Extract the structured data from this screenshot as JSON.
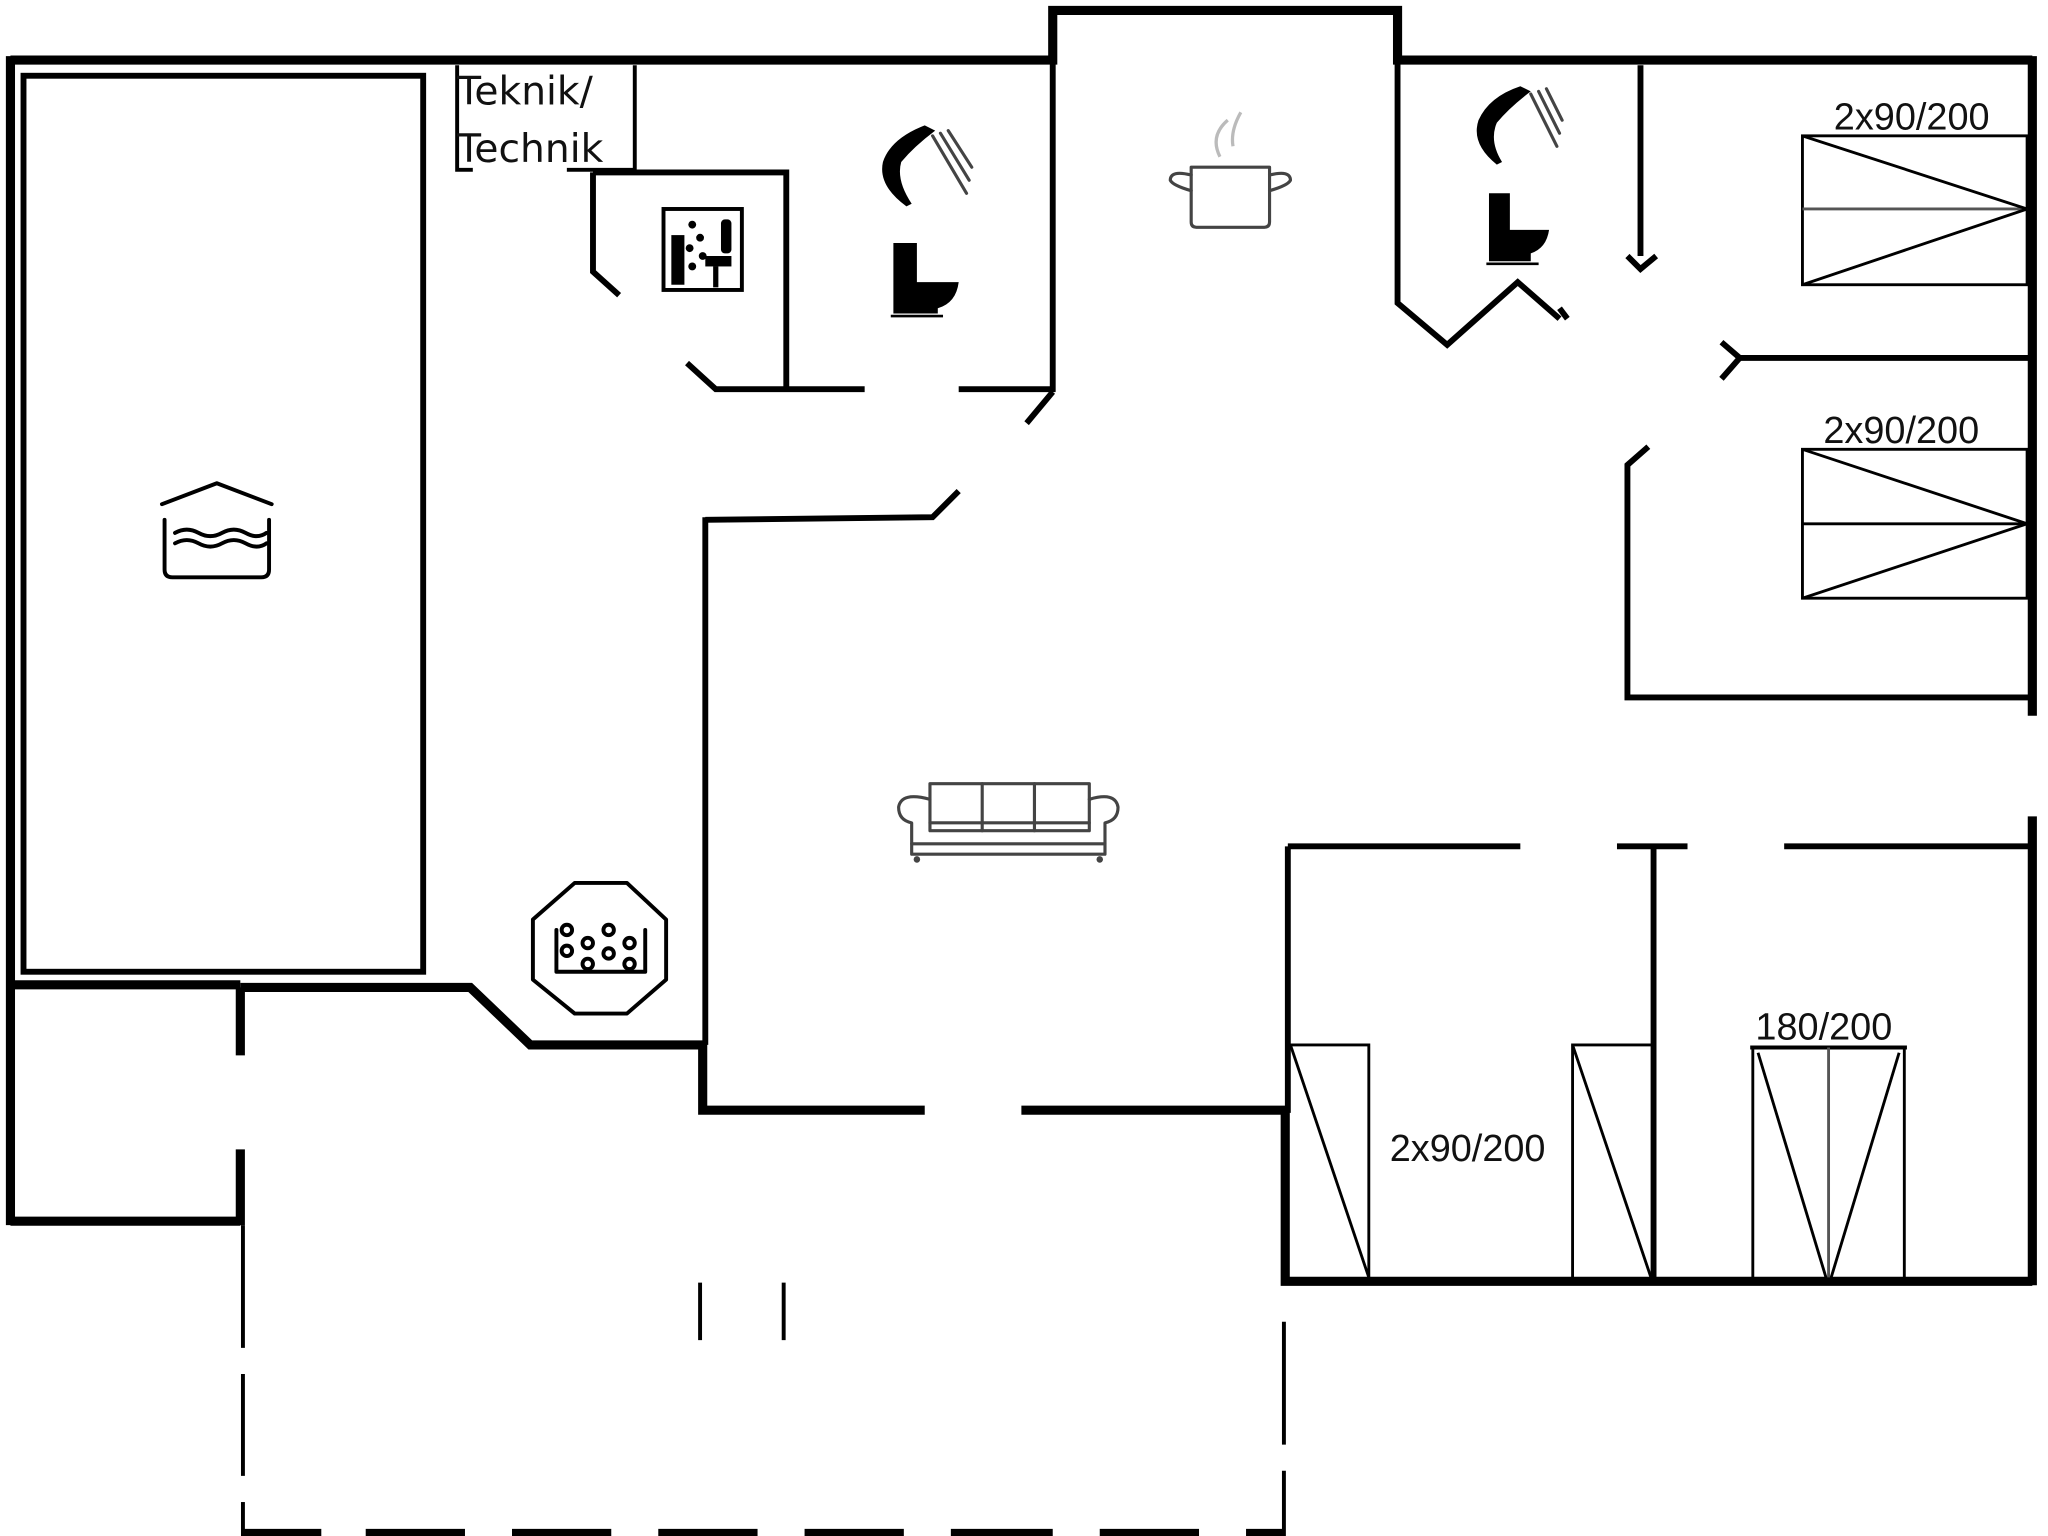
{
  "floorplan": {
    "rooms": {
      "technical_room": {
        "label_line1": "Teknik/",
        "label_line2": "Technik"
      },
      "bedroom_top_right_1": {
        "bed_label": "2x90/200"
      },
      "bedroom_top_right_2": {
        "bed_label": "2x90/200"
      },
      "bedroom_bottom_left": {
        "bed_label": "2x90/200"
      },
      "bedroom_bottom_right": {
        "bed_label": "180/200"
      }
    },
    "icons": [
      {
        "name": "indoor-pool-icon",
        "room": "pool-hall"
      },
      {
        "name": "sauna-icon",
        "room": "sauna"
      },
      {
        "name": "shower-icon",
        "room": "bathroom-1"
      },
      {
        "name": "toilet-icon",
        "room": "bathroom-1"
      },
      {
        "name": "cooking-pot-icon",
        "room": "kitchen"
      },
      {
        "name": "shower-icon",
        "room": "bathroom-2"
      },
      {
        "name": "toilet-icon",
        "room": "bathroom-2"
      },
      {
        "name": "sofa-icon",
        "room": "living-room"
      },
      {
        "name": "whirlpool-icon",
        "room": "pool-hall"
      }
    ],
    "colors": {
      "walls": "#000000",
      "background": "#ffffff",
      "secondary_lines": "#555555"
    }
  }
}
